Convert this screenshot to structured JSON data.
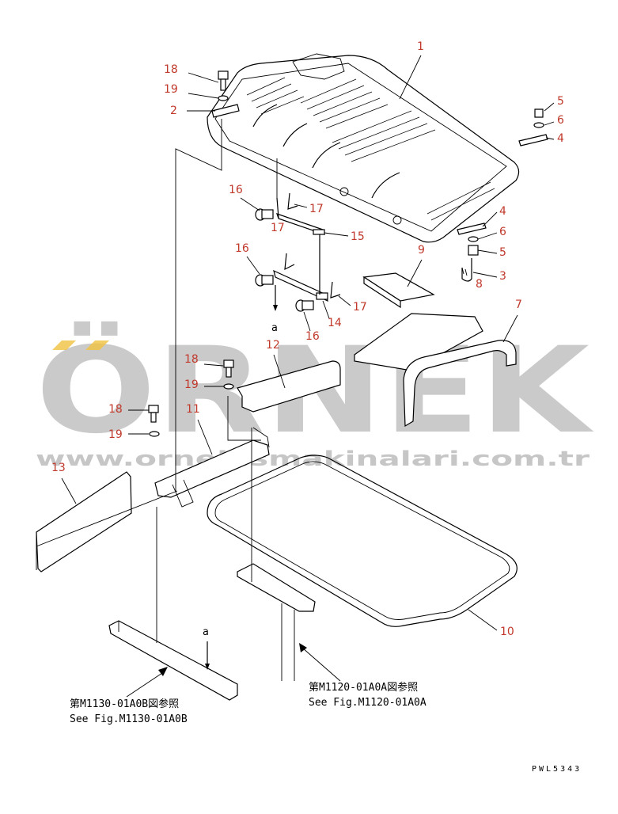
{
  "watermark": {
    "brand": "ÖRNEK",
    "url": "www.ornekismakinalari.com.tr",
    "color": "#b9b9b9",
    "accent_color": "#f0c040"
  },
  "callouts": {
    "n1": "1",
    "n2": "2",
    "n3": "3",
    "n4a": "4",
    "n4b": "4",
    "n5a": "5",
    "n5b": "5",
    "n6a": "6",
    "n6b": "6",
    "n7": "7",
    "n8": "8",
    "n9": "9",
    "n10": "10",
    "n11": "11",
    "n12": "12",
    "n13": "13",
    "n14": "14",
    "n15": "15",
    "n16a": "16",
    "n16b": "16",
    "n16c": "16",
    "n17a": "17",
    "n17b": "17",
    "n17c": "17",
    "n18a": "18",
    "n18b": "18",
    "n18c": "18",
    "n19a": "19",
    "n19b": "19",
    "n19c": "19"
  },
  "markers": {
    "a_upper": "a",
    "a_lower": "a"
  },
  "references": {
    "left_jp": "第M1130-01A0B図参照",
    "left_en": "See Fig.M1130-01A0B",
    "right_jp": "第M1120-01A0A図参照",
    "right_en": "See Fig.M1120-01A0A"
  },
  "drawing_code": "PWL5343",
  "callout_color": "#c0392b"
}
